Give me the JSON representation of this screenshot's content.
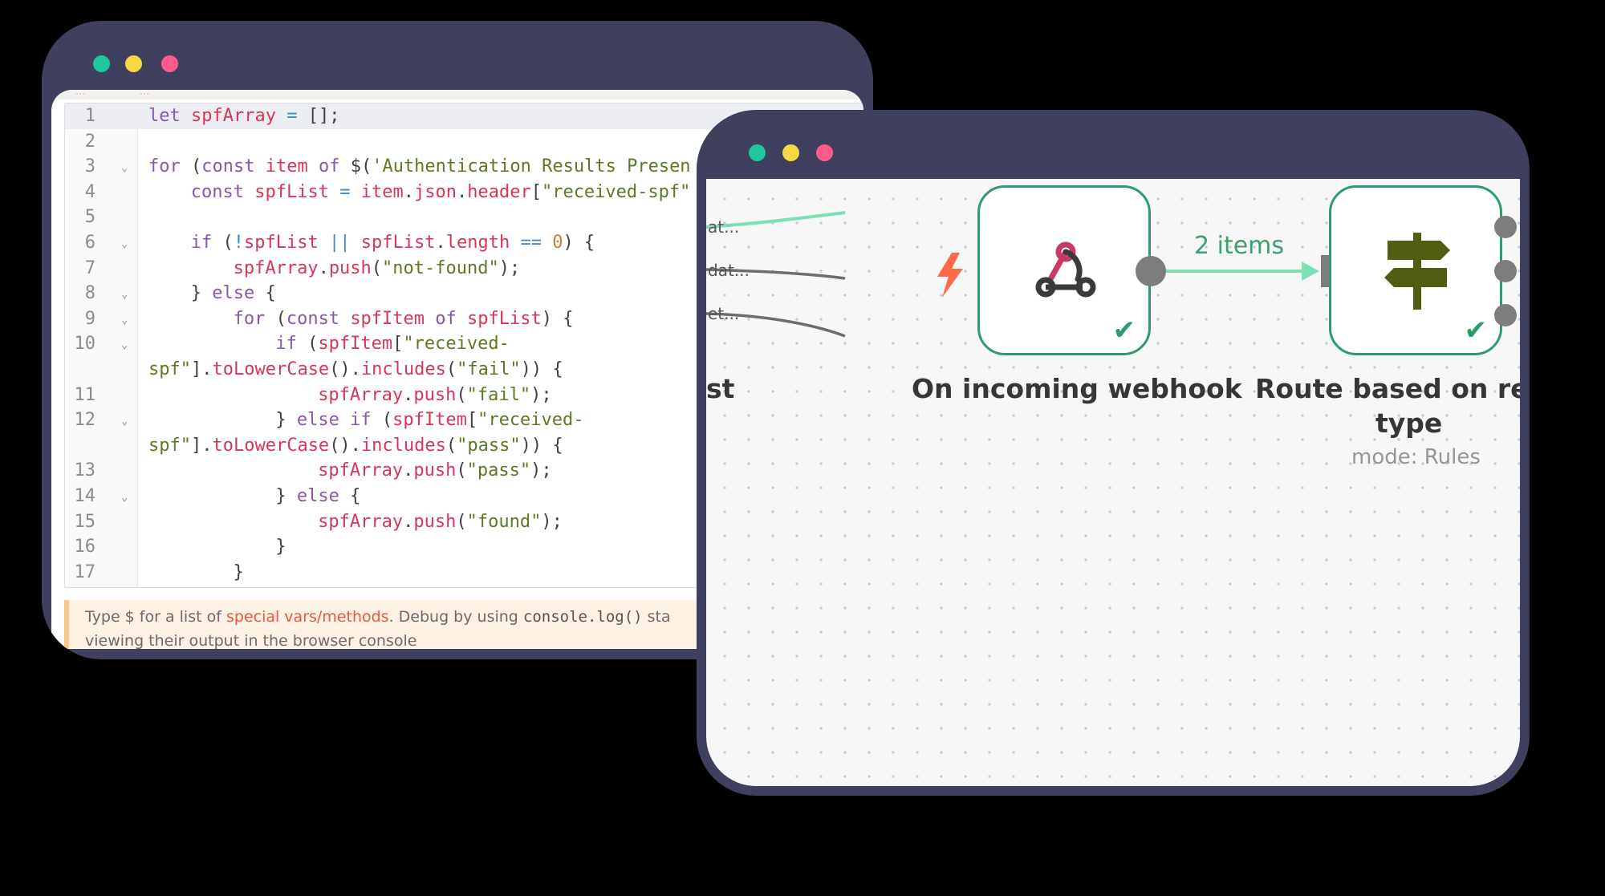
{
  "colors": {
    "frame": "#3f3f5e",
    "dot_green": "#1ec69e",
    "dot_yellow": "#f8d745",
    "dot_red": "#ff5a8c",
    "node_border": "#2e9b6a",
    "connection": "#7be0b4"
  },
  "code_window": {
    "tabs": [
      "…",
      "…"
    ],
    "lines": [
      {
        "n": "1",
        "indent": 0,
        "fold": false,
        "tokens": [
          [
            "kw",
            "let "
          ],
          [
            "vr",
            "spfArray"
          ],
          [
            "op",
            " = "
          ],
          [
            "pn",
            "[];"
          ]
        ]
      },
      {
        "n": "2",
        "indent": 0,
        "fold": false,
        "tokens": []
      },
      {
        "n": "3",
        "indent": 0,
        "fold": true,
        "tokens": [
          [
            "kw",
            "for "
          ],
          [
            "pn",
            "("
          ],
          [
            "kw",
            "const "
          ],
          [
            "vr",
            "item "
          ],
          [
            "kw",
            "of "
          ],
          [
            "pn",
            "$("
          ],
          [
            "st",
            "'Authentication Results Presen"
          ]
        ]
      },
      {
        "n": "4",
        "indent": 4,
        "fold": false,
        "tokens": [
          [
            "kw",
            "const "
          ],
          [
            "vr",
            "spfList"
          ],
          [
            "op",
            " = "
          ],
          [
            "vr",
            "item"
          ],
          [
            "pn",
            "."
          ],
          [
            "vr",
            "json"
          ],
          [
            "pn",
            "."
          ],
          [
            "vr",
            "header"
          ],
          [
            "pn",
            "["
          ],
          [
            "st",
            "\"received-spf\""
          ]
        ]
      },
      {
        "n": "5",
        "indent": 0,
        "fold": false,
        "tokens": []
      },
      {
        "n": "6",
        "indent": 4,
        "fold": true,
        "tokens": [
          [
            "kw",
            "if "
          ],
          [
            "pn",
            "("
          ],
          [
            "op",
            "!"
          ],
          [
            "vr",
            "spfList"
          ],
          [
            "op",
            " || "
          ],
          [
            "vr",
            "spfList"
          ],
          [
            "pn",
            "."
          ],
          [
            "vr",
            "length"
          ],
          [
            "op",
            " == "
          ],
          [
            "nm",
            "0"
          ],
          [
            "pn",
            ") {"
          ]
        ]
      },
      {
        "n": "7",
        "indent": 8,
        "fold": false,
        "tokens": [
          [
            "vr",
            "spfArray"
          ],
          [
            "pn",
            "."
          ],
          [
            "vr",
            "push"
          ],
          [
            "pn",
            "("
          ],
          [
            "st",
            "\"not-found\""
          ],
          [
            "pn",
            ");"
          ]
        ]
      },
      {
        "n": "8",
        "indent": 4,
        "fold": true,
        "tokens": [
          [
            "pn",
            "} "
          ],
          [
            "kw",
            "else "
          ],
          [
            "pn",
            "{"
          ]
        ]
      },
      {
        "n": "9",
        "indent": 8,
        "fold": true,
        "tokens": [
          [
            "kw",
            "for "
          ],
          [
            "pn",
            "("
          ],
          [
            "kw",
            "const "
          ],
          [
            "vr",
            "spfItem "
          ],
          [
            "kw",
            "of "
          ],
          [
            "vr",
            "spfList"
          ],
          [
            "pn",
            ") {"
          ]
        ]
      },
      {
        "n": "10",
        "indent": 12,
        "fold": true,
        "tokens": [
          [
            "kw",
            "if "
          ],
          [
            "pn",
            "("
          ],
          [
            "vr",
            "spfItem"
          ],
          [
            "pn",
            "["
          ],
          [
            "st",
            "\"received-"
          ]
        ]
      },
      {
        "n": "",
        "indent": 0,
        "fold": false,
        "tokens": [
          [
            "st",
            "spf\""
          ],
          [
            "pn",
            "]."
          ],
          [
            "vr",
            "toLowerCase"
          ],
          [
            "pn",
            "()."
          ],
          [
            "vr",
            "includes"
          ],
          [
            "pn",
            "("
          ],
          [
            "st",
            "\"fail\""
          ],
          [
            "pn",
            ")) {"
          ]
        ]
      },
      {
        "n": "11",
        "indent": 16,
        "fold": false,
        "tokens": [
          [
            "vr",
            "spfArray"
          ],
          [
            "pn",
            "."
          ],
          [
            "vr",
            "push"
          ],
          [
            "pn",
            "("
          ],
          [
            "st",
            "\"fail\""
          ],
          [
            "pn",
            ");"
          ]
        ]
      },
      {
        "n": "12",
        "indent": 12,
        "fold": true,
        "tokens": [
          [
            "pn",
            "} "
          ],
          [
            "kw",
            "else if "
          ],
          [
            "pn",
            "("
          ],
          [
            "vr",
            "spfItem"
          ],
          [
            "pn",
            "["
          ],
          [
            "st",
            "\"received-"
          ]
        ]
      },
      {
        "n": "",
        "indent": 0,
        "fold": false,
        "tokens": [
          [
            "st",
            "spf\""
          ],
          [
            "pn",
            "]."
          ],
          [
            "vr",
            "toLowerCase"
          ],
          [
            "pn",
            "()."
          ],
          [
            "vr",
            "includes"
          ],
          [
            "pn",
            "("
          ],
          [
            "st",
            "\"pass\""
          ],
          [
            "pn",
            ")) {"
          ]
        ]
      },
      {
        "n": "13",
        "indent": 16,
        "fold": false,
        "tokens": [
          [
            "vr",
            "spfArray"
          ],
          [
            "pn",
            "."
          ],
          [
            "vr",
            "push"
          ],
          [
            "pn",
            "("
          ],
          [
            "st",
            "\"pass\""
          ],
          [
            "pn",
            ");"
          ]
        ]
      },
      {
        "n": "14",
        "indent": 12,
        "fold": true,
        "tokens": [
          [
            "pn",
            "} "
          ],
          [
            "kw",
            "else "
          ],
          [
            "pn",
            "{"
          ]
        ]
      },
      {
        "n": "15",
        "indent": 16,
        "fold": false,
        "tokens": [
          [
            "vr",
            "spfArray"
          ],
          [
            "pn",
            "."
          ],
          [
            "vr",
            "push"
          ],
          [
            "pn",
            "("
          ],
          [
            "st",
            "\"found\""
          ],
          [
            "pn",
            ");"
          ]
        ]
      },
      {
        "n": "16",
        "indent": 12,
        "fold": false,
        "tokens": [
          [
            "pn",
            "}"
          ]
        ]
      },
      {
        "n": "17",
        "indent": 8,
        "fold": false,
        "tokens": [
          [
            "pn",
            "}"
          ]
        ]
      }
    ],
    "hint": {
      "prefix": "Type $ for a list of ",
      "link": "special vars/methods",
      "middle": ". Debug by using ",
      "code": "console.log()",
      "suffix": " sta",
      "line2": "viewing their output in the browser console"
    }
  },
  "workflow": {
    "edge_labels": [
      "at...",
      "dat...",
      "et..."
    ],
    "left_node_label_tail": "st",
    "webhook_node": {
      "label": "On incoming webhook",
      "icon": "webhook-icon",
      "trigger_icon": "lightning-bolt-icon",
      "status": "✔"
    },
    "connection_label": "2 items",
    "switch_node": {
      "label_line1": "Route based on req",
      "label_line2": "type",
      "subtitle": "mode: Rules",
      "icon": "signpost-icon",
      "status": "✔"
    }
  }
}
